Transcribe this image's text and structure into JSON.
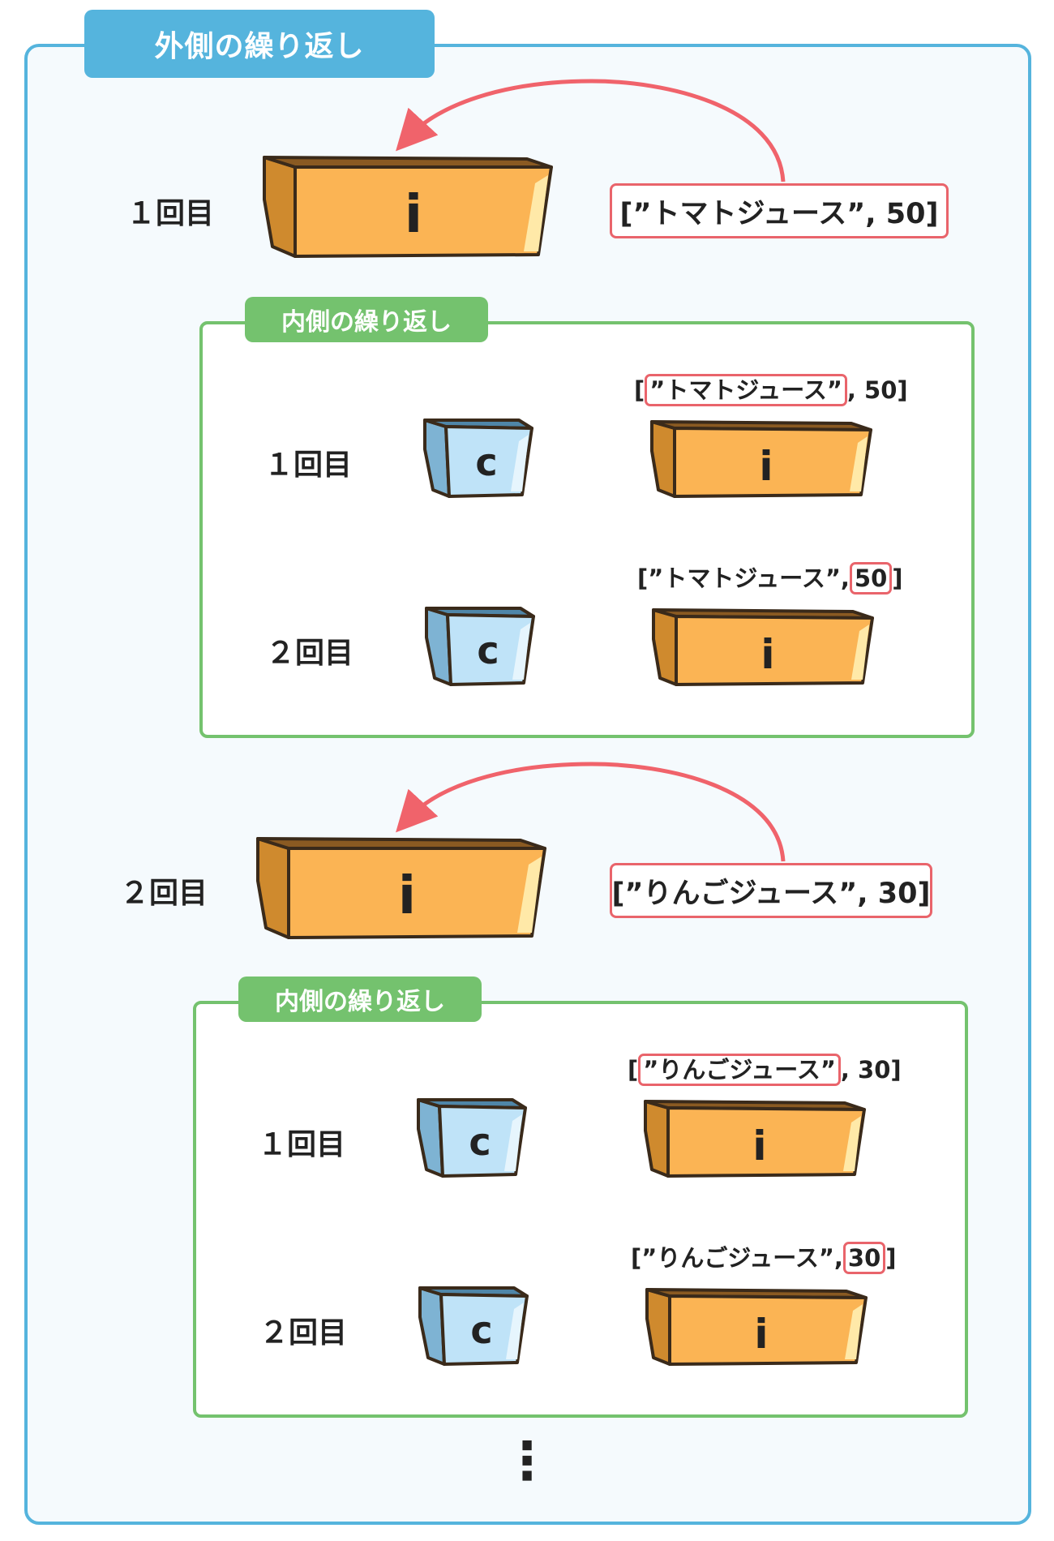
{
  "outer": {
    "title": "外側の繰り返し",
    "iterations": [
      {
        "label": "１回目",
        "var": "i",
        "list": "[”トマトジュース”, 50]",
        "inner": {
          "title": "内側の繰り返し",
          "rows": [
            {
              "label": "１回目",
              "c_var": "c",
              "i_var": "i",
              "pre": "[",
              "hl": "”トマトジュース”",
              "post": ", 50]"
            },
            {
              "label": "２回目",
              "c_var": "c",
              "i_var": "i",
              "pre": "[”トマトジュース”,",
              "hl": "50",
              "post": "]"
            }
          ]
        }
      },
      {
        "label": "２回目",
        "var": "i",
        "list": "[”りんごジュース”, 30]",
        "inner": {
          "title": "内側の繰り返し",
          "rows": [
            {
              "label": "１回目",
              "c_var": "c",
              "i_var": "i",
              "pre": "[",
              "hl": "”りんごジュース”",
              "post": ", 30]"
            },
            {
              "label": "２回目",
              "c_var": "c",
              "i_var": "i",
              "pre": "[”りんごジュース”,",
              "hl": "30",
              "post": "]"
            }
          ]
        }
      }
    ],
    "continuation": "⋮"
  },
  "colors": {
    "outer_frame": "#55b4dd",
    "inner_frame": "#74c26e",
    "arrow": "#f0636b",
    "box_orange": "#fbb454",
    "box_orange_side": "#cf8a2e",
    "box_blue": "#bfe3f8",
    "box_blue_side": "#7eb3d3",
    "outline": "#3a2a1a"
  },
  "icons": [
    "variable-box-i-icon",
    "variable-box-c-icon",
    "curved-arrow-icon"
  ]
}
